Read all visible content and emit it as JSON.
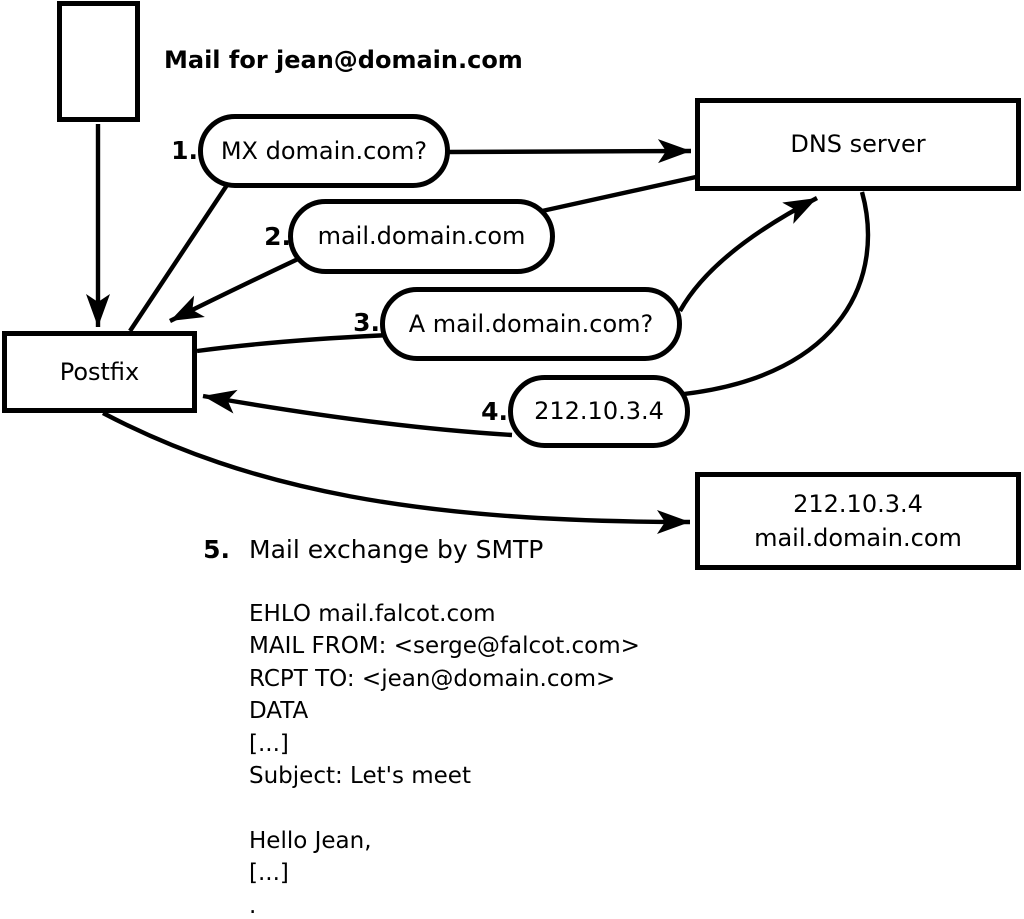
{
  "colors": {
    "ink": "#000000",
    "background": "#ffffff"
  },
  "caption": "Mail for jean@domain.com",
  "nodes": {
    "postfix": {
      "label": "Postfix"
    },
    "dns": {
      "label": "DNS server"
    },
    "mailserver": {
      "line1": "212.10.3.4",
      "line2": "mail.domain.com"
    }
  },
  "steps": [
    {
      "num": "1.",
      "label": "MX domain.com?"
    },
    {
      "num": "2.",
      "label": "mail.domain.com"
    },
    {
      "num": "3.",
      "label": "A mail.domain.com?"
    },
    {
      "num": "4.",
      "label": "212.10.3.4"
    },
    {
      "num": "5.",
      "label": "Mail exchange by SMTP"
    }
  ],
  "smtp": {
    "lines": [
      "EHLO mail.falcot.com",
      "MAIL FROM: <serge@falcot.com>",
      "RCPT TO: <jean@domain.com>",
      "DATA",
      "[...]",
      "Subject: Let's meet",
      "",
      "Hello Jean,",
      "[...]",
      "."
    ]
  }
}
